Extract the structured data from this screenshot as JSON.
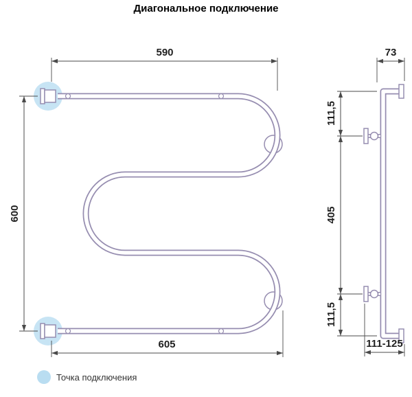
{
  "title": "Диагональное подключение",
  "front_view": {
    "dim_width_top": "590",
    "dim_height": "600",
    "dim_width_bottom": "605"
  },
  "side_view": {
    "dim_depth": "73",
    "dim_top_offset": "111,5",
    "dim_bracket_span": "405",
    "dim_bottom_offset": "111,5",
    "dim_wall_range": "111-125"
  },
  "legend": {
    "connection_point_label": "Точка подключения"
  },
  "colors": {
    "drawing": "#968db0",
    "dimension": "#4a4a4a",
    "text": "#1f1f1f",
    "highlight": "#b9ddf1"
  }
}
